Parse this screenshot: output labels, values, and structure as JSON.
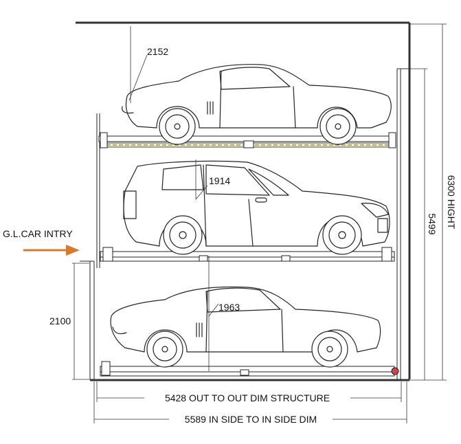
{
  "entry_label": "G.L.CAR INTRY",
  "colors": {
    "arrow": "#d87a2e",
    "platform_fill": "#f2ecc2",
    "line": "#222222"
  },
  "dimensions": {
    "top_car_height": "2152",
    "middle_car_height": "1914",
    "bottom_car_height": "1963",
    "entry_height": "2100",
    "overall_height": "6300 HIGHT",
    "structure_height": "5499",
    "outer_width": "5428 OUT TO OUT DIM STRUCTURE",
    "inner_width": "5589 IN SIDE TO IN SIDE DIM"
  }
}
